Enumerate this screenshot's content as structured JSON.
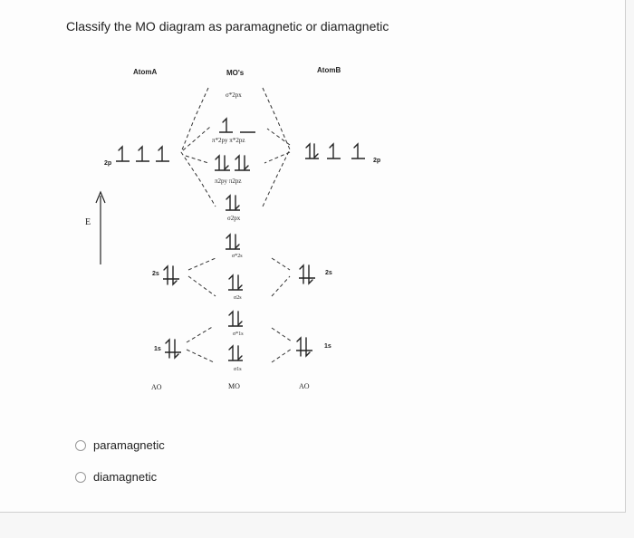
{
  "question": "Classify the MO diagram as paramagnetic or diamagnetic",
  "diagram": {
    "header_atom_a": "AtomA",
    "header_mos": "MO's",
    "header_atom_b": "AtomB",
    "energy_label": "E",
    "col_ao_left": "AO",
    "col_mo": "MO",
    "col_ao_right": "AO",
    "left_2p_label": "2p",
    "right_2p_label": "2p",
    "left_2s_label": "2s",
    "right_2s_label": "2s",
    "left_1s_label": "1s",
    "right_1s_label": "1s",
    "mo_labels": {
      "sigma_star_2px": "σ*2px",
      "pi_star_2p": "π*2py π*2pz",
      "pi_2p": "π2py π2pz",
      "sigma_2px": "σ2px",
      "sigma_star_2s": "σ*2s",
      "sigma_2s": "σ2s",
      "sigma_star_1s": "σ*1s",
      "sigma_1s": "σ1s"
    },
    "electrons": {
      "left_2p": [
        "up",
        "up",
        "up"
      ],
      "right_2p": [
        "pair",
        "up",
        "up"
      ],
      "left_2s": "pair",
      "right_2s": "pair",
      "left_1s": "pair",
      "right_1s": "pair",
      "sigma_star_2px": "empty",
      "pi_star_2p": [
        "up",
        "empty"
      ],
      "pi_2p": [
        "pair",
        "pair"
      ],
      "sigma_2px": "pair",
      "sigma_star_2s": "pair",
      "sigma_2s": "pair",
      "sigma_star_1s": "pair",
      "sigma_1s": "pair"
    }
  },
  "options": [
    {
      "label": "paramagnetic"
    },
    {
      "label": "diamagnetic"
    }
  ]
}
